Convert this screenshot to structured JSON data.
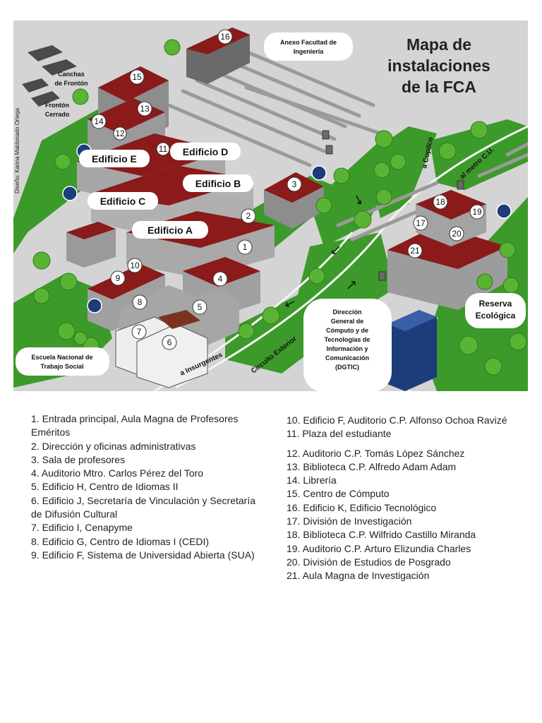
{
  "map": {
    "title_lines": [
      "Mapa de",
      "instalaciones",
      "de la FCA"
    ],
    "credit": "Diseño: Karina Maldonado Ortega",
    "buildings": {
      "e": "Edificio E",
      "d": "Edificio D",
      "b": "Edificio B",
      "c": "Edificio C",
      "a": "Edificio A"
    },
    "places": {
      "canchas": [
        "Canchas",
        "de Frontón"
      ],
      "fronton": [
        "Frontón",
        "Cerrado"
      ],
      "anexo": [
        "Anexo Facultad de",
        "Ingeniería"
      ],
      "escuela": [
        "Escuela Nacional de",
        "Trabajo Social"
      ],
      "reserva": [
        "Reserva",
        "Ecológica"
      ],
      "dgtic": [
        "Dirección",
        "General de",
        "Cómputo y de",
        "Tecnologías de",
        "Información y",
        "Comunicación",
        "(DGTIC)"
      ]
    },
    "roads": {
      "copilco": "a Copilco",
      "metro": "al metro C.U.",
      "insurgentes": "a Insurgentes",
      "circuito": "Circuito Exterior"
    },
    "numbers": [
      "1",
      "2",
      "3",
      "4",
      "5",
      "6",
      "7",
      "8",
      "9",
      "10",
      "11",
      "12",
      "13",
      "14",
      "15",
      "16",
      "17",
      "18",
      "19",
      "20",
      "21"
    ],
    "colors": {
      "roof": "#8b1a1a",
      "grass": "#3c9a2a",
      "road": "#c8c8c8",
      "badge": "#1d3c7a"
    }
  },
  "legend": {
    "left": [
      "1. Entrada principal, Aula Magna de Profesores Eméritos",
      "2. Dirección y oficinas administrativas",
      "3. Sala de profesores",
      "4. Auditorio Mtro. Carlos Pérez del Toro",
      "5. Edificio H, Centro de Idiomas II",
      "6. Edificio J, Secretaría de Vinculación y Secretaría de Difusión Cultural",
      "7. Edificio I, Cenapyme",
      "8. Edificio G, Centro de Idiomas I (CEDI)",
      "9. Edificio F, Sistema de Universidad Abierta (SUA)"
    ],
    "right_a": [
      "10. Edificio F, Auditorio C.P. Alfonso Ochoa Ravizé",
      "11. Plaza del estudiante"
    ],
    "right_b": [
      "12. Auditorio C.P. Tomás López Sánchez",
      "13. Biblioteca C.P. Alfredo Adam Adam",
      "14. Librería",
      "15. Centro de Cómputo",
      "16. Edificio K, Edificio Tecnológico",
      "17. División de Investigación",
      "18. Biblioteca C.P. Wilfrido Castillo Miranda",
      "19. Auditorio C.P. Arturo Elizundia Charles",
      "20. División de Estudios de Posgrado",
      "21. Aula Magna de Investigación"
    ]
  }
}
